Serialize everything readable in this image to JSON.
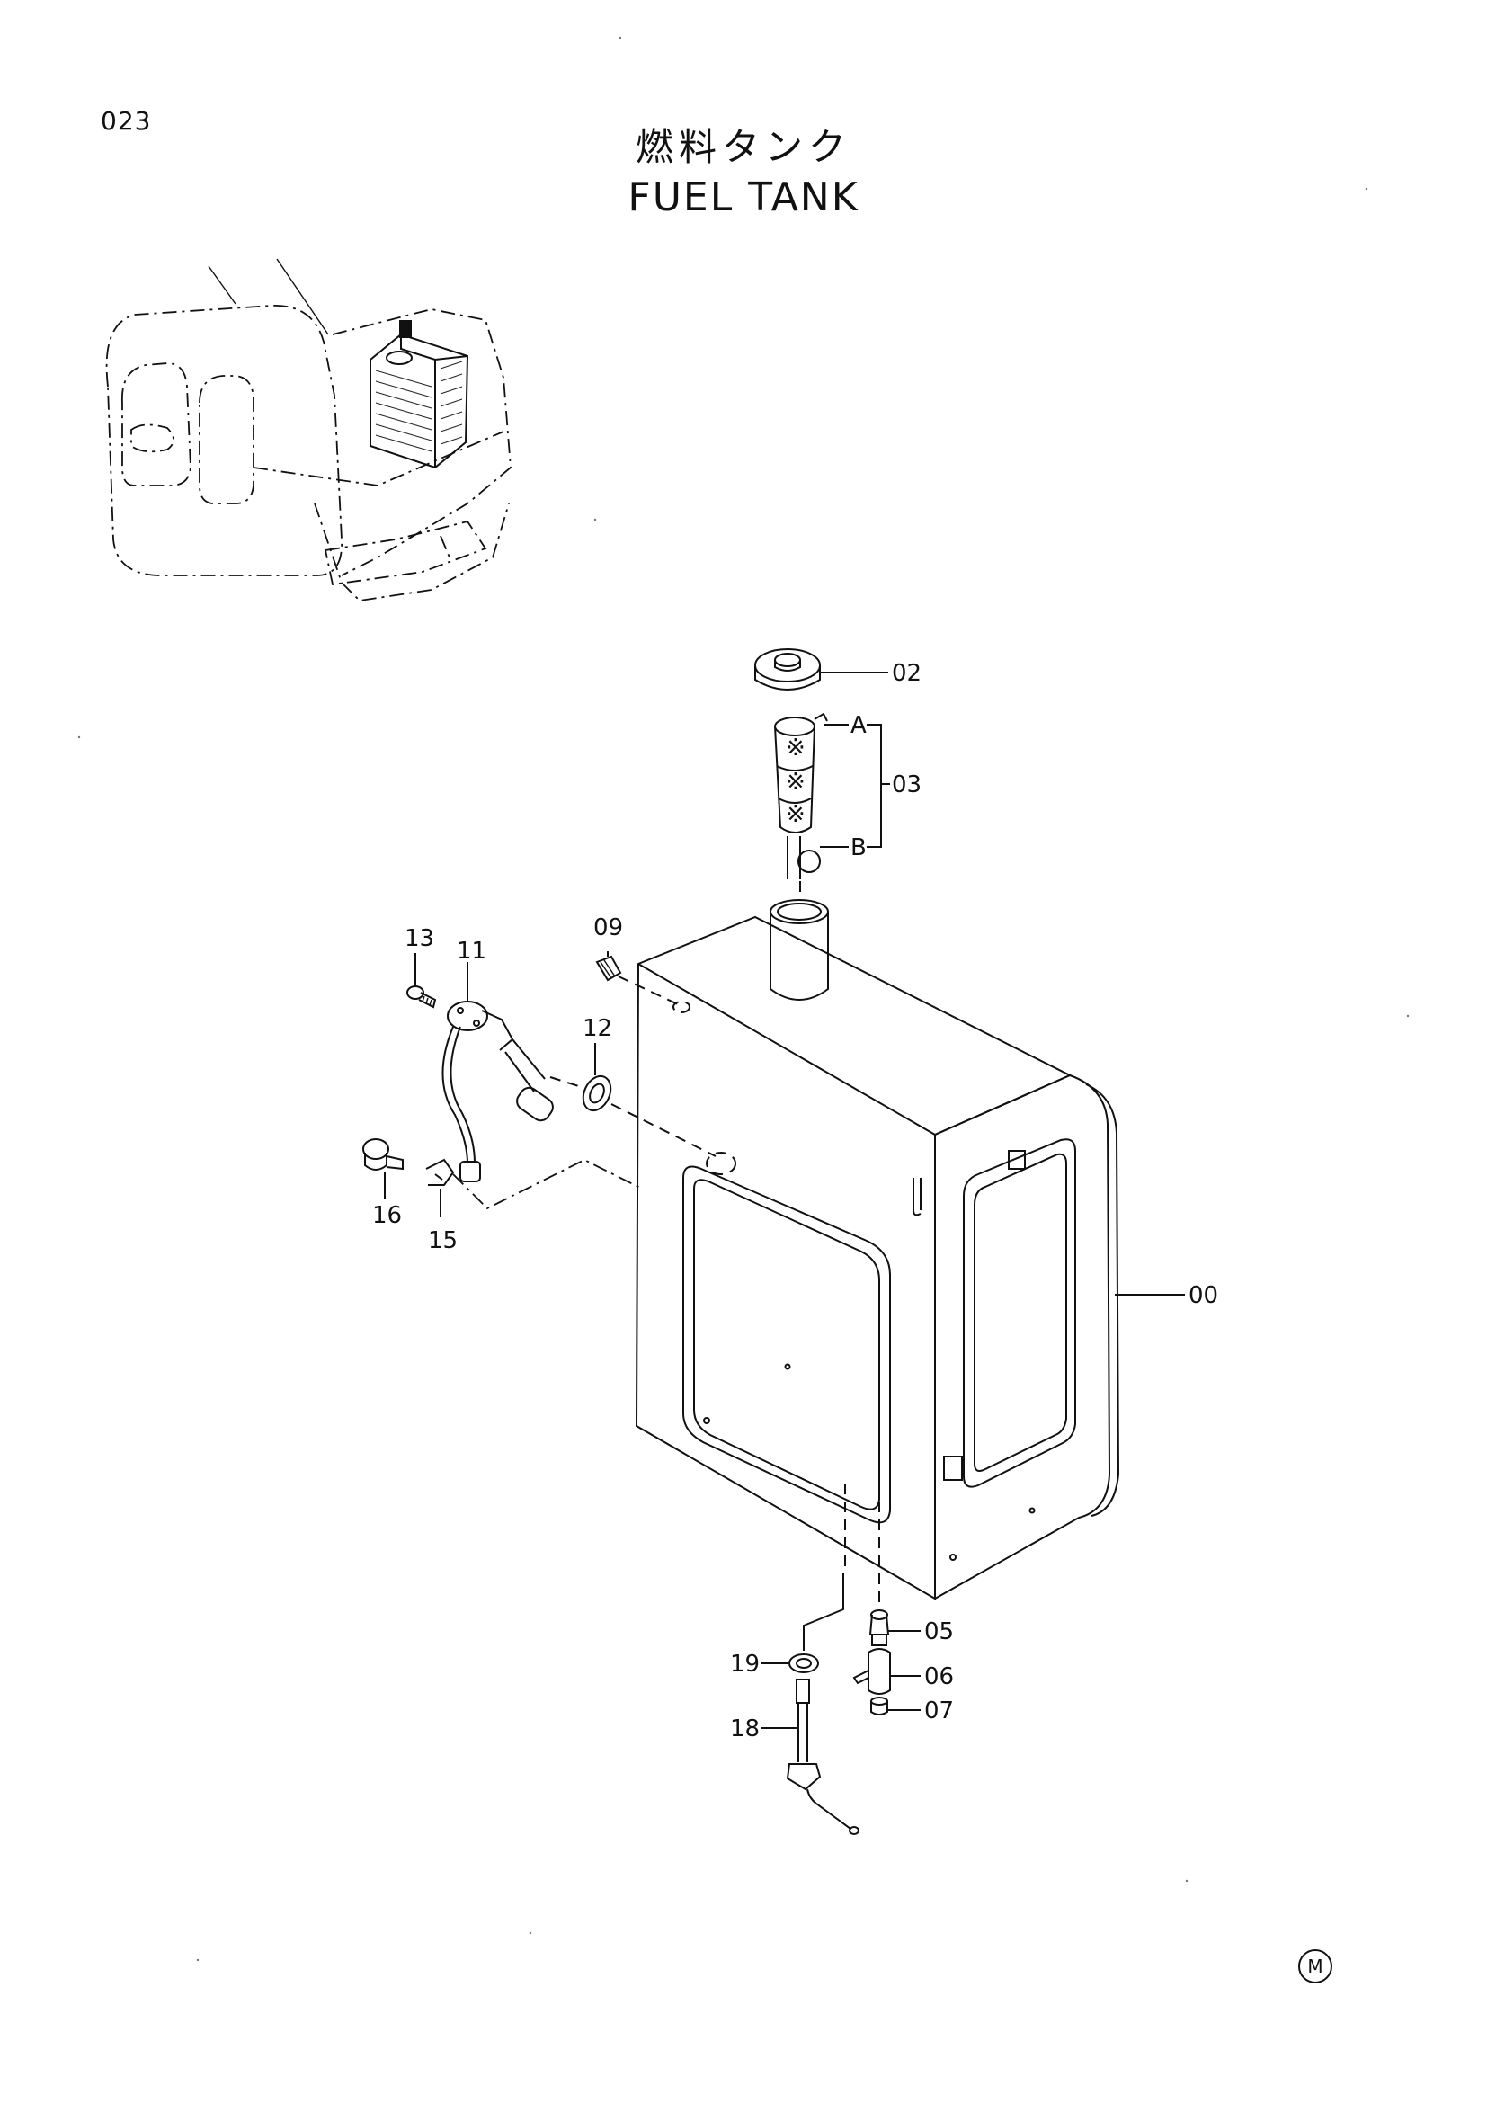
{
  "page": {
    "number": "023"
  },
  "title": {
    "japanese": "燃料タンク",
    "english": "FUEL TANK"
  },
  "callouts": {
    "p00": "00",
    "p02": "02",
    "p03": "03",
    "pA": "A",
    "pB": "B",
    "p05": "05",
    "p06": "06",
    "p07": "07",
    "p09": "09",
    "p11": "11",
    "p12": "12",
    "p13": "13",
    "p15": "15",
    "p16": "16",
    "p18": "18",
    "p19": "19"
  },
  "mark": "M"
}
